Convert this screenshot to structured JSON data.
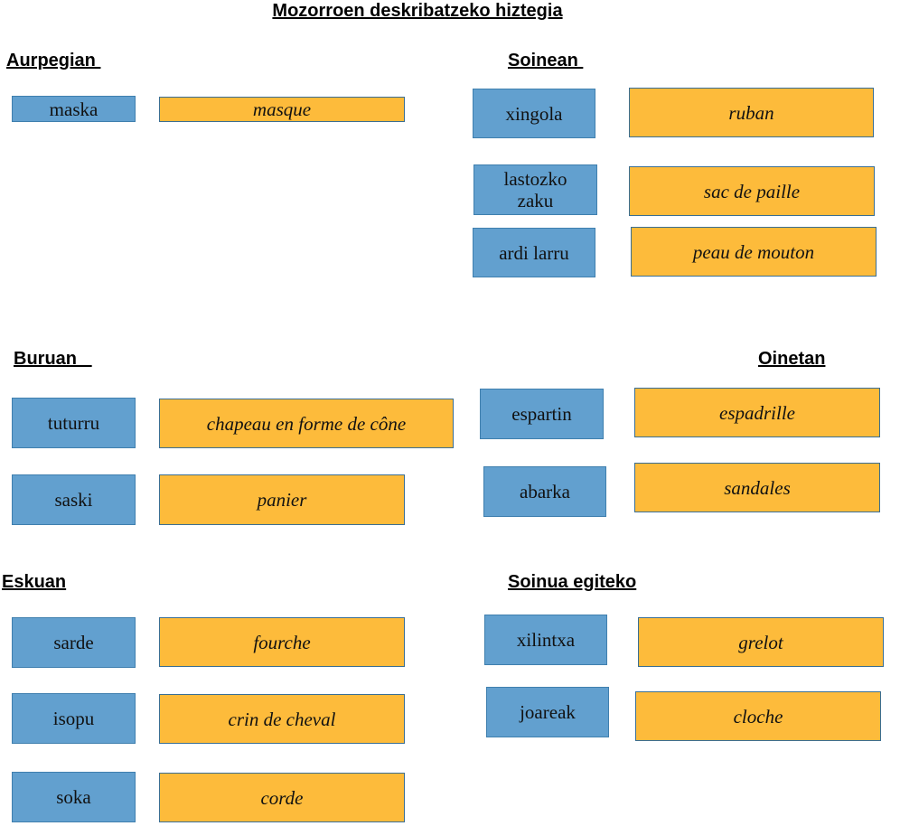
{
  "title": "Mozorroen deskribatzeko hiztegia",
  "sections": {
    "aurpegian": {
      "heading": "Aurpegian ",
      "pairs": [
        {
          "eu": "maska",
          "fr": "masque"
        }
      ]
    },
    "soinean": {
      "heading": "Soinean ",
      "pairs": [
        {
          "eu": "xingola",
          "fr": "ruban"
        },
        {
          "eu": "lastozko\nzaku",
          "fr": "sac de paille"
        },
        {
          "eu": "ardi larru",
          "fr": "peau de mouton"
        }
      ]
    },
    "buruan": {
      "heading": "Buruan   ",
      "pairs": [
        {
          "eu": "tuturru",
          "fr": "chapeau en forme de cône"
        },
        {
          "eu": "saski",
          "fr": "panier"
        }
      ]
    },
    "oinetan": {
      "heading": "Oinetan",
      "pairs": [
        {
          "eu": "espartin",
          "fr": "espadrille"
        },
        {
          "eu": "abarka",
          "fr": "sandales"
        }
      ]
    },
    "eskuan": {
      "heading": "Eskuan",
      "pairs": [
        {
          "eu": "sarde",
          "fr": "fourche"
        },
        {
          "eu": "isopu",
          "fr": "crin de cheval"
        },
        {
          "eu": "soka",
          "fr": "corde"
        }
      ]
    },
    "soinua": {
      "heading": "Soinua egiteko",
      "pairs": [
        {
          "eu": "xilintxa",
          "fr": "grelot"
        },
        {
          "eu": "joareak",
          "fr": "cloche"
        }
      ]
    }
  },
  "colors": {
    "basque_box": "#62a0cf",
    "french_box": "#fdbb3b"
  }
}
